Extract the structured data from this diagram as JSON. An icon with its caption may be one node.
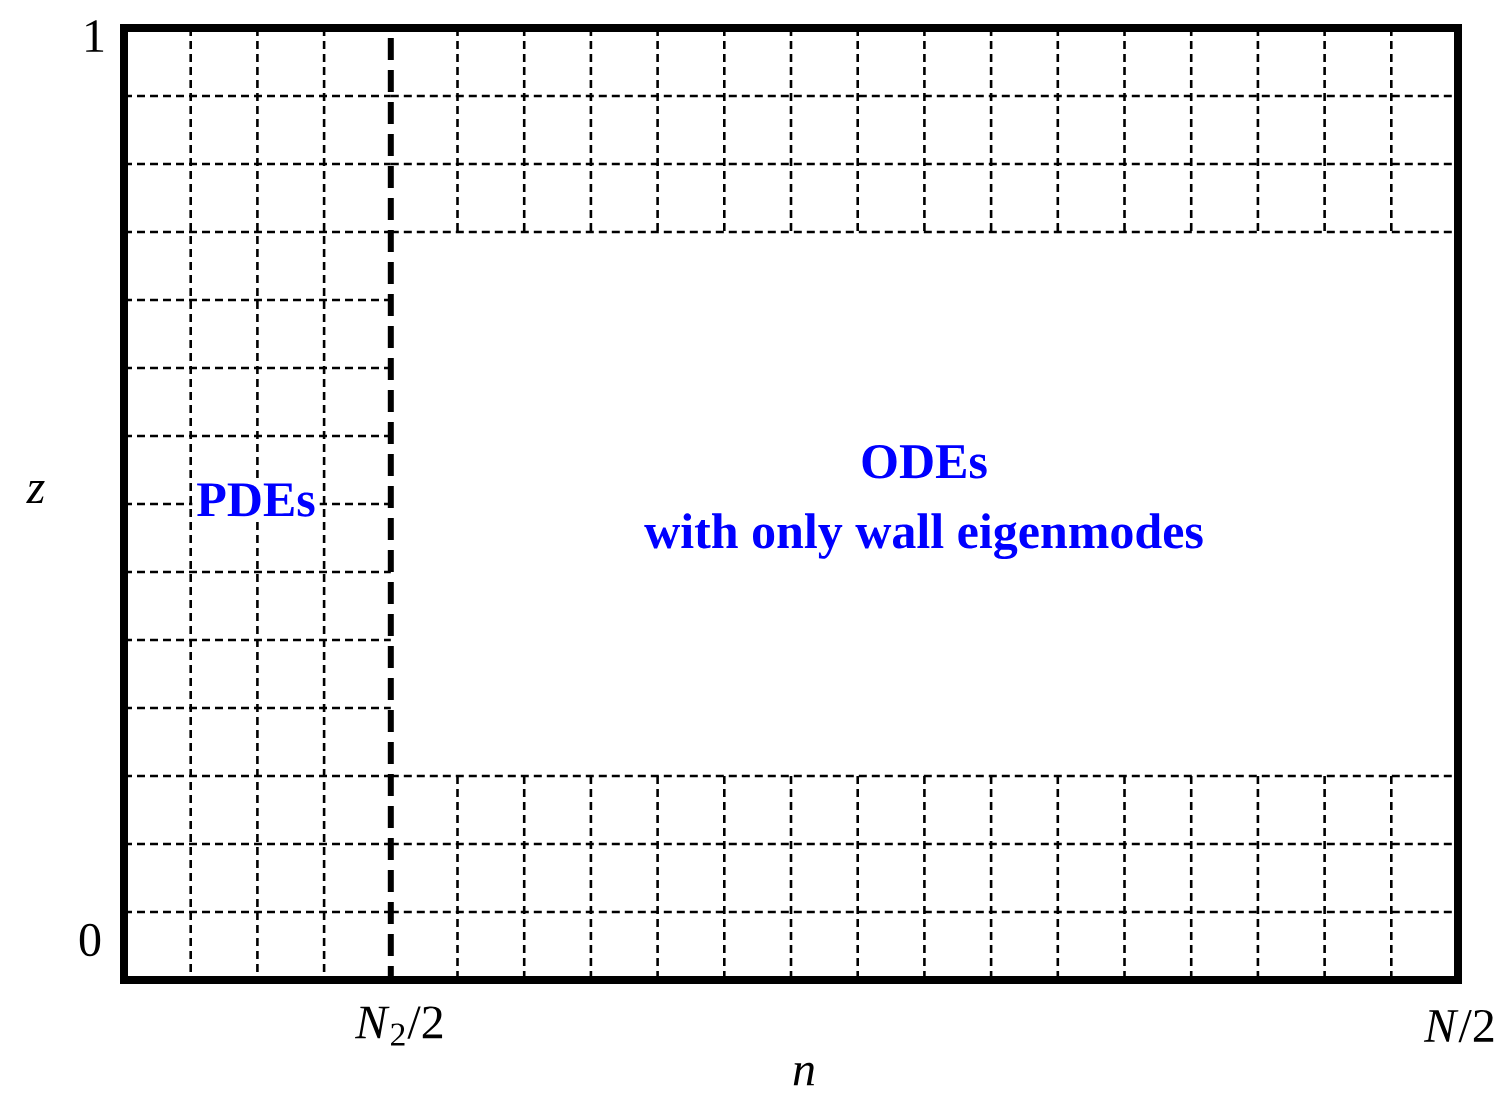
{
  "diagram": {
    "nodes": [
      {
        "text": [
          "PDEs"
        ]
      },
      {
        "text": [
          "ODEs",
          "with only wall eigenmodes"
        ]
      }
    ],
    "labels": [
      "1",
      "z",
      "0",
      "*N*$_{2}$/2",
      "*N*/2",
      "n"
    ]
  }
}
